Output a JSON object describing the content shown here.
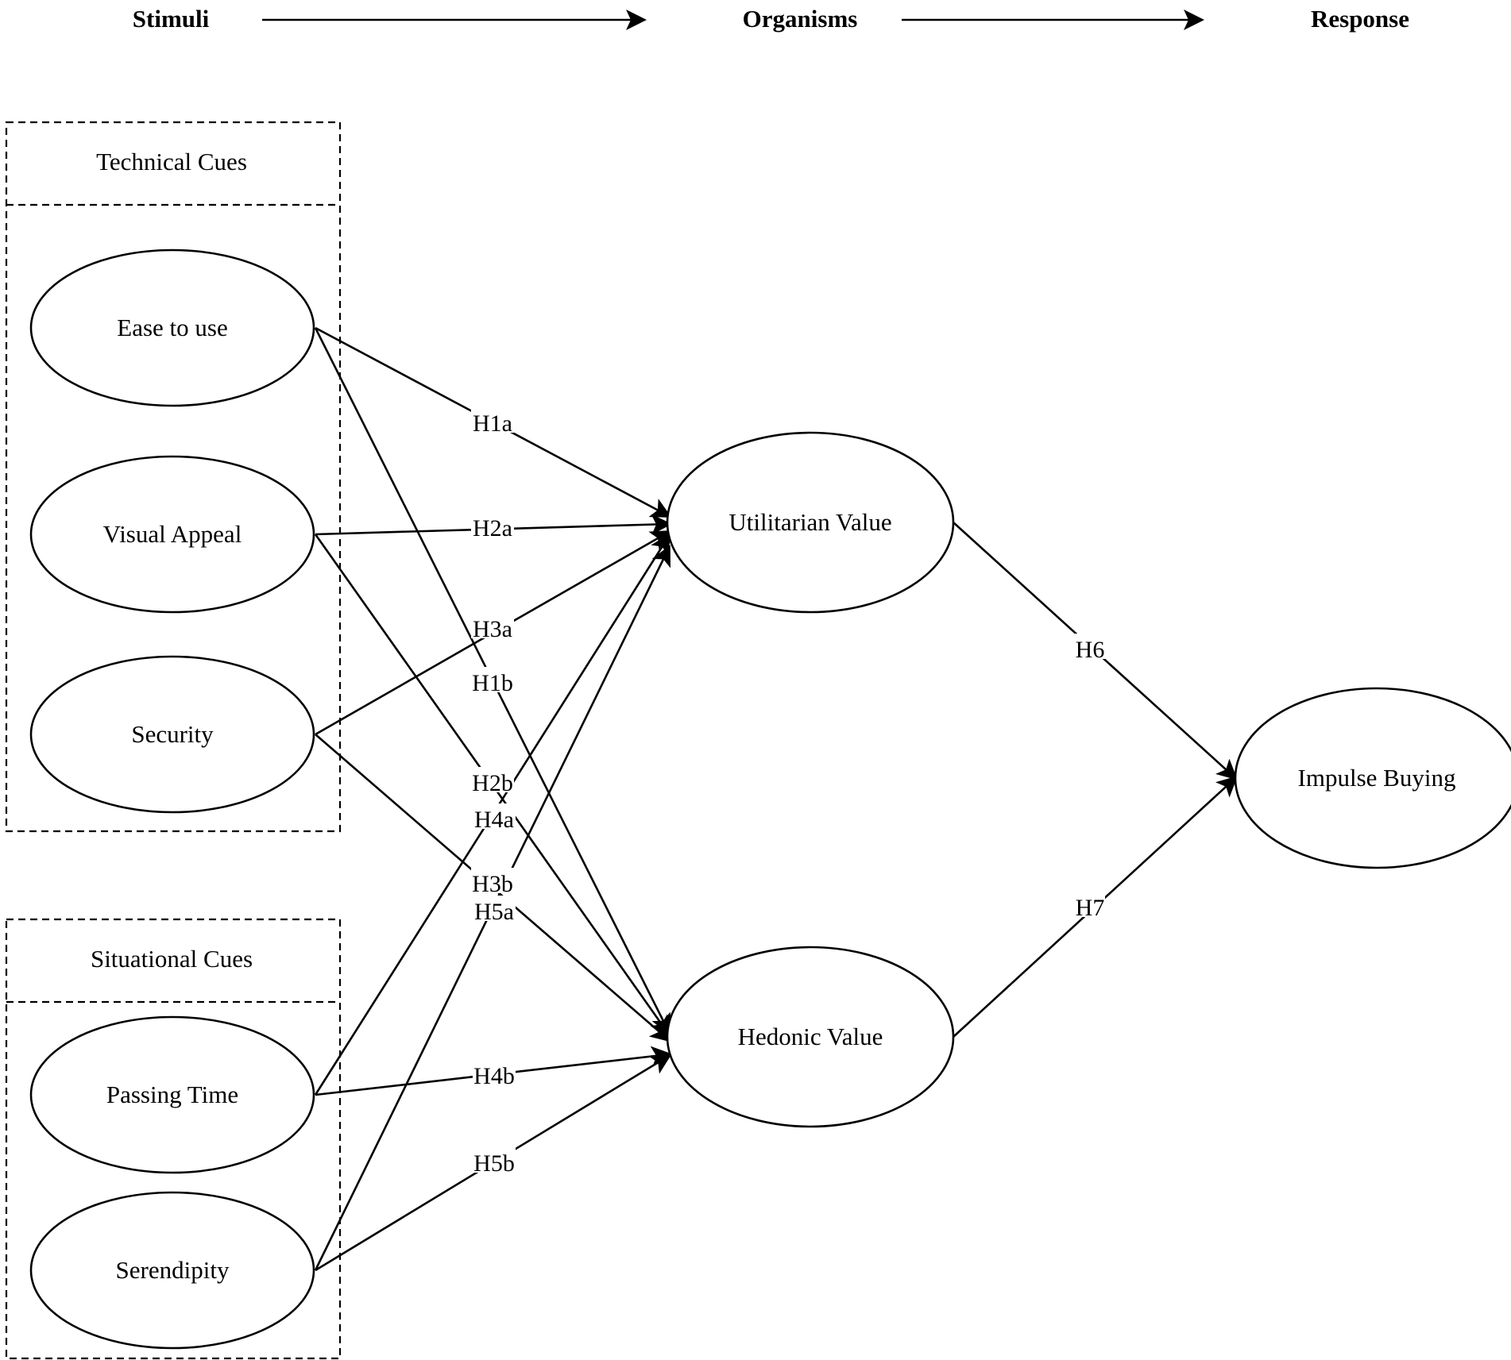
{
  "stages": [
    {
      "id": "stimuli",
      "label": "Stimuli"
    },
    {
      "id": "organisms",
      "label": "Organisms"
    },
    {
      "id": "response",
      "label": "Response"
    }
  ],
  "groups": [
    {
      "id": "technical",
      "title": "Technical Cues"
    },
    {
      "id": "situational",
      "title": "Situational Cues"
    }
  ],
  "nodes": [
    {
      "id": "ease",
      "label": "Ease to use"
    },
    {
      "id": "visual",
      "label": "Visual Appeal"
    },
    {
      "id": "security",
      "label": "Security"
    },
    {
      "id": "passing",
      "label": "Passing Time"
    },
    {
      "id": "serendipity",
      "label": "Serendipity"
    },
    {
      "id": "utilitarian",
      "label": "Utilitarian Value"
    },
    {
      "id": "hedonic",
      "label": "Hedonic Value"
    },
    {
      "id": "impulse",
      "label": "Impulse Buying"
    }
  ],
  "edges": [
    {
      "from": "ease",
      "to": "utilitarian",
      "label": "H1a"
    },
    {
      "from": "visual",
      "to": "utilitarian",
      "label": "H2a"
    },
    {
      "from": "security",
      "to": "utilitarian",
      "label": "H3a"
    },
    {
      "from": "ease",
      "to": "hedonic",
      "label": "H1b"
    },
    {
      "from": "visual",
      "to": "hedonic",
      "label": "H2b"
    },
    {
      "from": "passing",
      "to": "utilitarian",
      "label": "H4a"
    },
    {
      "from": "security",
      "to": "hedonic",
      "label": "H3b"
    },
    {
      "from": "serendipity",
      "to": "utilitarian",
      "label": "H5a"
    },
    {
      "from": "passing",
      "to": "hedonic",
      "label": "H4b"
    },
    {
      "from": "serendipity",
      "to": "hedonic",
      "label": "H5b"
    },
    {
      "from": "utilitarian",
      "to": "impulse",
      "label": "H6"
    },
    {
      "from": "hedonic",
      "to": "impulse",
      "label": "H7"
    }
  ]
}
